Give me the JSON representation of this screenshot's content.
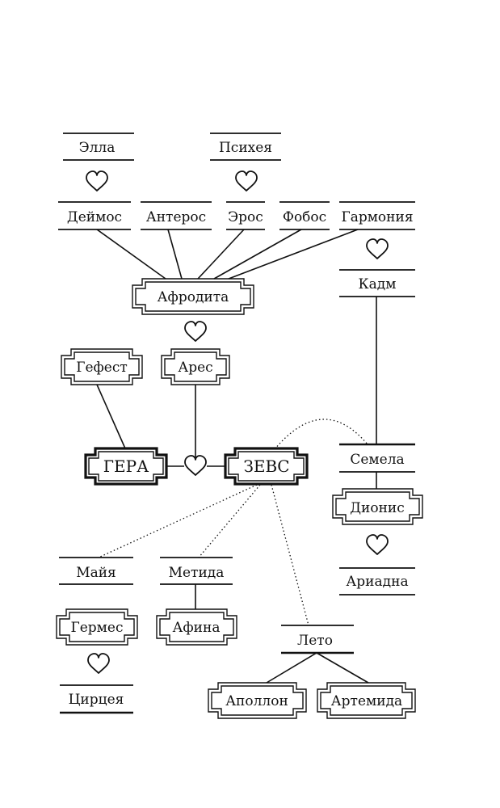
{
  "diagram": {
    "nodes": {
      "ella": "Элла",
      "psyche": "Психея",
      "deimos": "Деймос",
      "anteros": "Антерос",
      "eros": "Эрос",
      "phobos": "Фобос",
      "harmonia": "Гармония",
      "cadmus": "Кадм",
      "aphrodite": "Афродита",
      "hephaestus": "Гефест",
      "ares": "Арес",
      "hera": "ГЕРА",
      "zeus": "ЗЕВС",
      "semele": "Семела",
      "dionysus": "Дионис",
      "ariadne": "Ариадна",
      "maia": "Майя",
      "metis": "Метида",
      "hermes": "Гермес",
      "athena": "Афина",
      "circe": "Цирцея",
      "leto": "Лето",
      "apollo": "Аполлон",
      "artemis": "Артемида"
    }
  }
}
